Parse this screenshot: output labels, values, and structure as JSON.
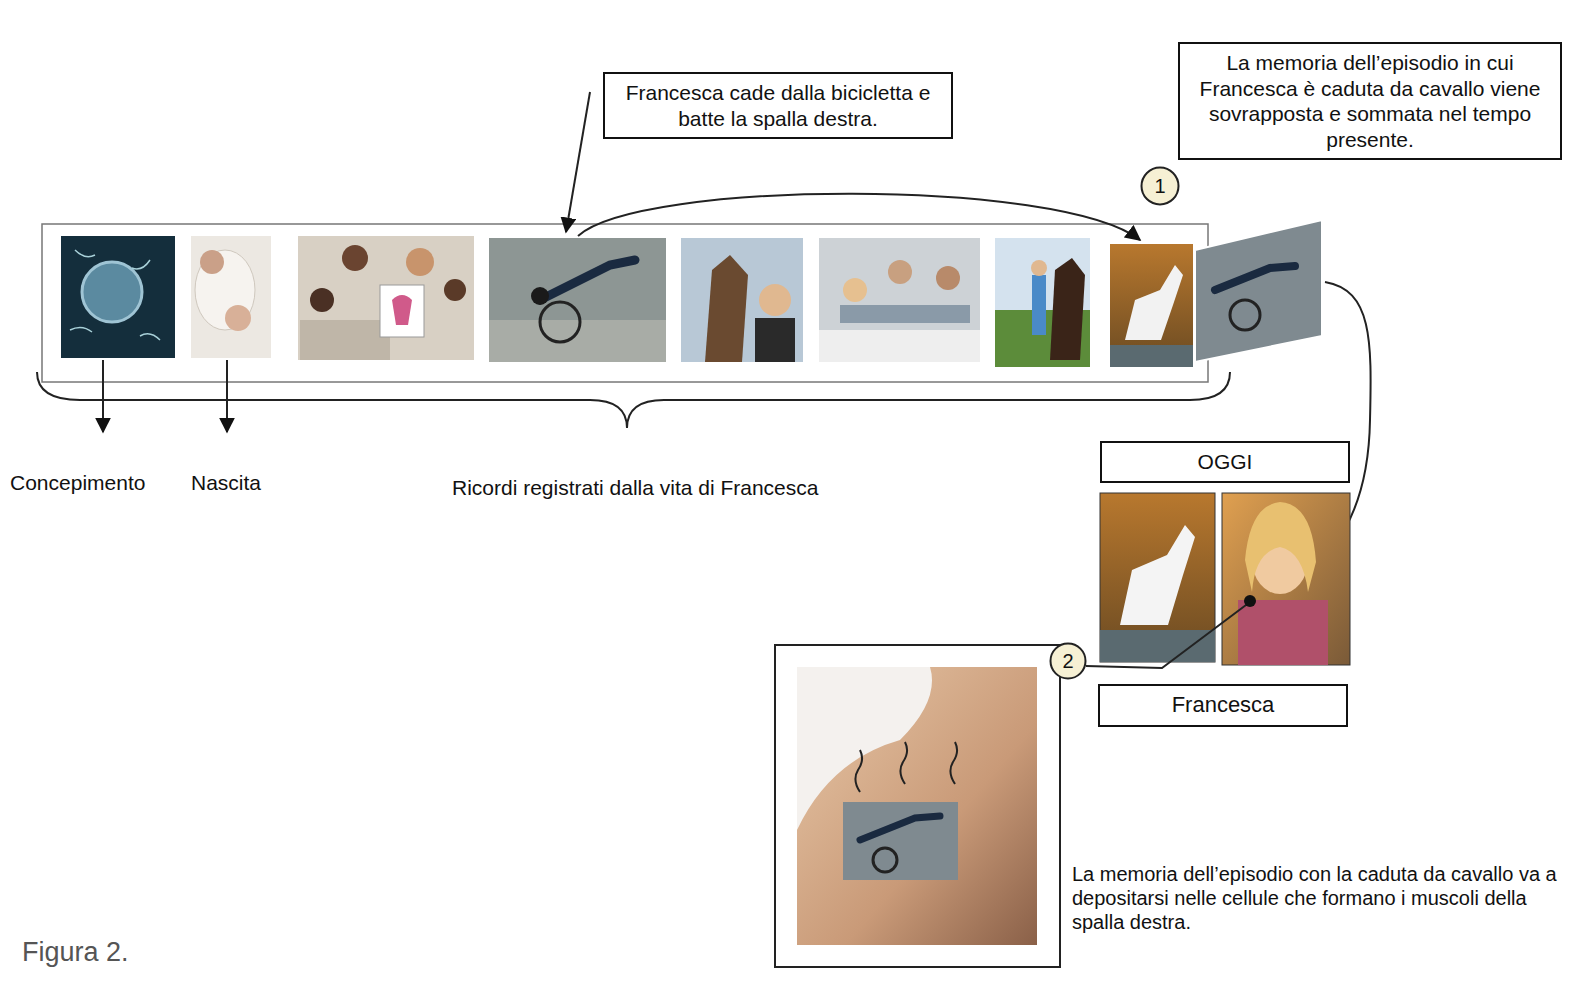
{
  "diagram": {
    "caption": "Figura 2.",
    "nodes": [
      {
        "text": [
          "Francesca cade dalla bicicletta e batte la spalla destra."
        ]
      },
      {
        "text": [
          "La memoria dell’episodio in cui Francesca è caduta da cavallo viene sovrapposta e sommata nel tempo presente."
        ]
      },
      {
        "text": [
          "1"
        ]
      },
      {
        "text": [
          "OGGI"
        ]
      },
      {
        "text": [
          "Francesca"
        ]
      },
      {
        "text": [
          "2"
        ]
      }
    ],
    "labels": [
      "Concepimento",
      "Nascita",
      "Ricordi registrati dalla vita di Francesca",
      "La memoria dell’episodio con la caduta da cavallo va a depositarsi nelle cellule che formano i muscoli della spalla destra."
    ]
  }
}
